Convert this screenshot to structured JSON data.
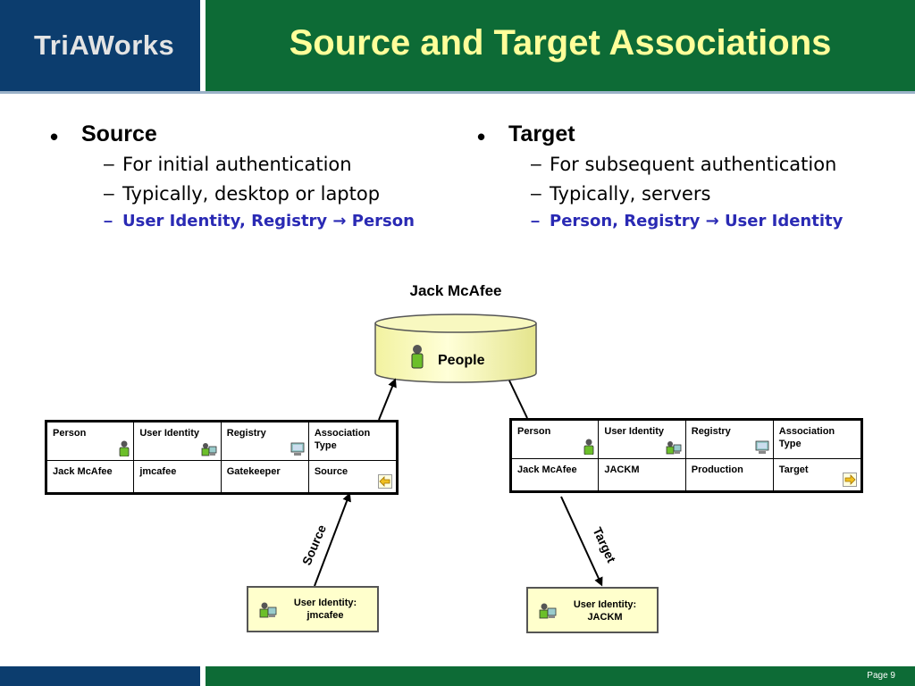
{
  "header": {
    "logo": "TriAWorks",
    "title": "Source and Target Associations"
  },
  "left_column": {
    "bullet": "•",
    "heading": "Source",
    "items": [
      "For initial authentication",
      "Typically, desktop or laptop"
    ],
    "highlight": "User Identity, Registry → Person"
  },
  "right_column": {
    "bullet": "•",
    "heading": "Target",
    "items": [
      "For subsequent authentication",
      "Typically, servers"
    ],
    "highlight": "Person, Registry → User Identity"
  },
  "diagram": {
    "person_name": "Jack McAfee",
    "store_label": "People",
    "source_table": {
      "headers": [
        "Person",
        "User Identity",
        "Registry",
        "Association Type"
      ],
      "row": [
        "Jack McAfee",
        "jmcafee",
        "Gatekeeper",
        "Source"
      ]
    },
    "target_table": {
      "headers": [
        "Person",
        "User Identity",
        "Registry",
        "Association Type"
      ],
      "row": [
        "Jack McAfee",
        "JACKM",
        "Production",
        "Target"
      ]
    },
    "source_edge_label": "Source",
    "target_edge_label": "Target",
    "source_identity": {
      "line1": "User Identity:",
      "line2": "jmcafee"
    },
    "target_identity": {
      "line1": "User Identity:",
      "line2": "JACKM"
    }
  },
  "footer": {
    "page": "Page 9"
  },
  "colors": {
    "header_blue": "#0c3d6e",
    "header_green": "#0d6b36",
    "title_yellow": "#ffff9a",
    "highlight_blue": "#2a2ab4",
    "box_fill": "#ffffcc"
  }
}
